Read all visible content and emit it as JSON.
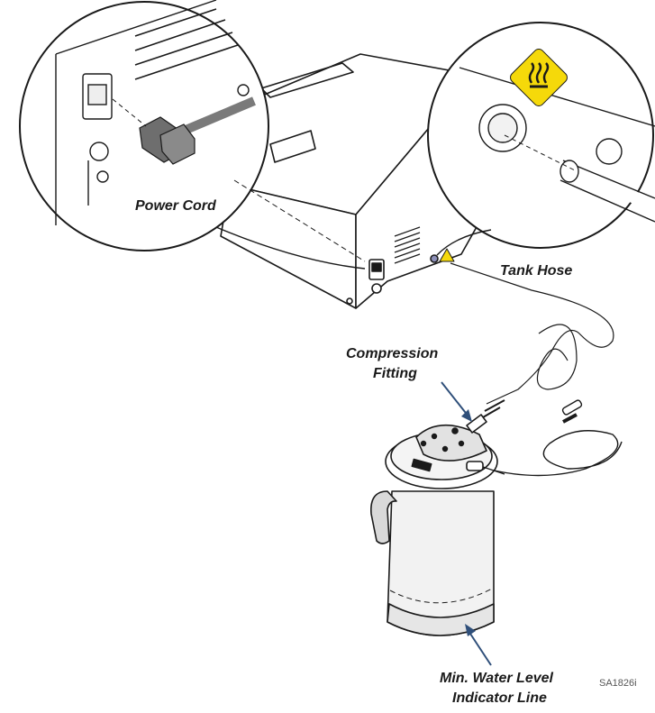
{
  "labels": {
    "power_cord": "Power Cord",
    "tank_hose": "Tank Hose",
    "compression_fitting_line1": "Compression",
    "compression_fitting_line2": "Fitting",
    "water_level_line1": "Min. Water Level",
    "water_level_line2": "Indicator Line",
    "figure_code": "SA1826i"
  },
  "colors": {
    "line": "#1a1a1a",
    "warning_yellow": "#f5d90a",
    "plug_gray": "#7a7a7a",
    "arrow_blue": "#2f4f7a",
    "device_fill": "#ffffff"
  },
  "icons": [
    "hot-surface-warning-icon",
    "power-plug-icon"
  ]
}
